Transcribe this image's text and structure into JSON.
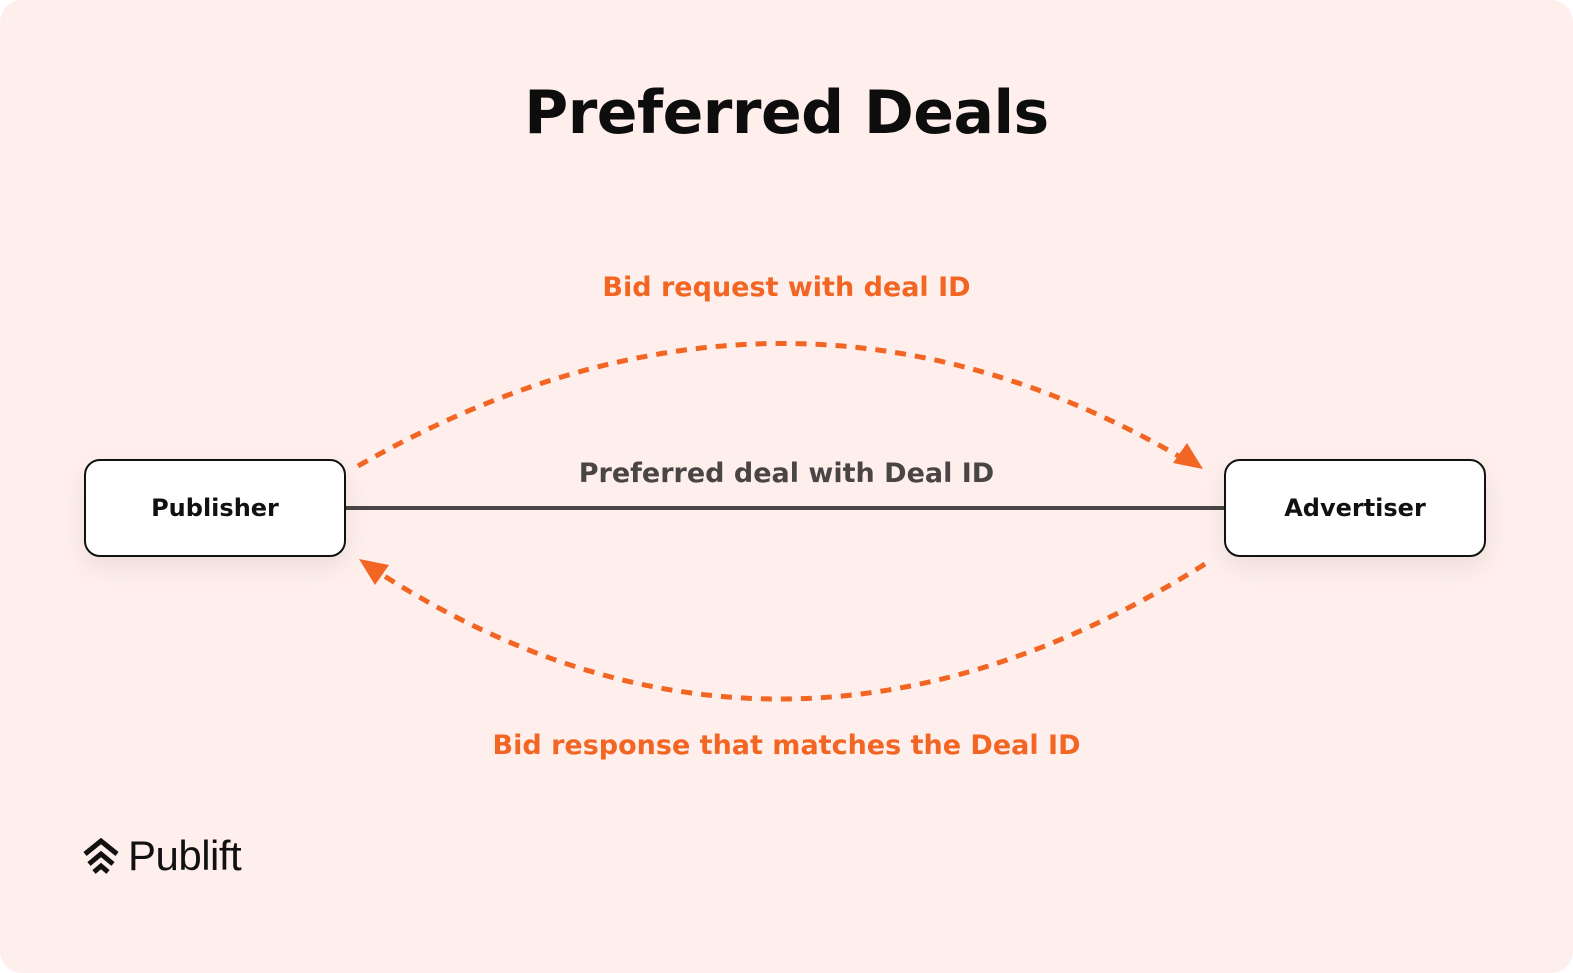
{
  "title": "Preferred Deals",
  "colors": {
    "background": "#feefec",
    "accent": "#f26522",
    "line": "#4a4545"
  },
  "nodes": {
    "publisher": "Publisher",
    "advertiser": "Advertiser"
  },
  "edges": {
    "bid_request": "Bid request with deal ID",
    "preferred_deal": "Preferred deal with Deal ID",
    "bid_response": "Bid response that  matches the Deal ID"
  },
  "brand": {
    "name": "Publift",
    "icon": "chevrons-up-icon"
  }
}
